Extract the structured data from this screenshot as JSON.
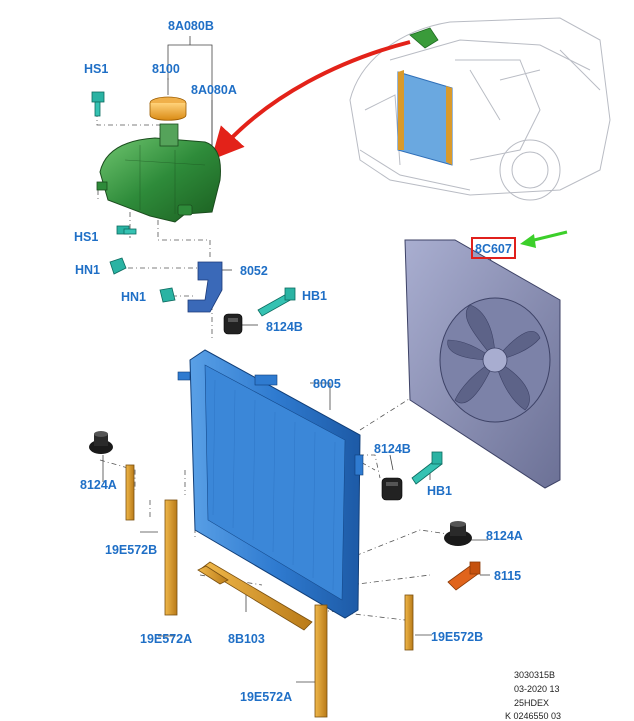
{
  "labels": {
    "tank_assembly": "8A080B",
    "cap": "8100",
    "tank": "8A080A",
    "screw_top": "HS1",
    "screw_bottom": "HS1",
    "nut_1": "HN1",
    "nut_2": "HN1",
    "bracket": "8052",
    "bolt_upper": "HB1",
    "mount_upper": "8124B",
    "radiator": "8005",
    "fan_shroud": "8C607",
    "mount_right_b": "8124B",
    "bolt_right": "HB1",
    "mount_left_a": "8124A",
    "mount_right_a": "8124A",
    "seal_left_small": "19E572B",
    "sensor": "8115",
    "seal_right_small": "19E572B",
    "seal_left_long": "19E572A",
    "seal_bottom": "8B103",
    "seal_bottom_long": "19E572A"
  },
  "reference": {
    "line1": "3030315B",
    "line2": "03-2020 13",
    "line3": "25HDEX",
    "line4": "K 0246550 03"
  },
  "colors": {
    "label_blue": "#1f6fc6",
    "highlight_box": "#e0201c",
    "pointer_arrow_red": "#e32219",
    "pointer_arrow_green": "#3ccf2a",
    "radiator_blue": "#2f7bd0",
    "tank_green": "#2e7d32",
    "shroud_grey": "#8e94b3",
    "seal_orange": "#d99a2b"
  },
  "icons": {
    "highlight": "highlight-box",
    "callout": "green-arrow-icon",
    "locator": "red-arrow-icon"
  }
}
